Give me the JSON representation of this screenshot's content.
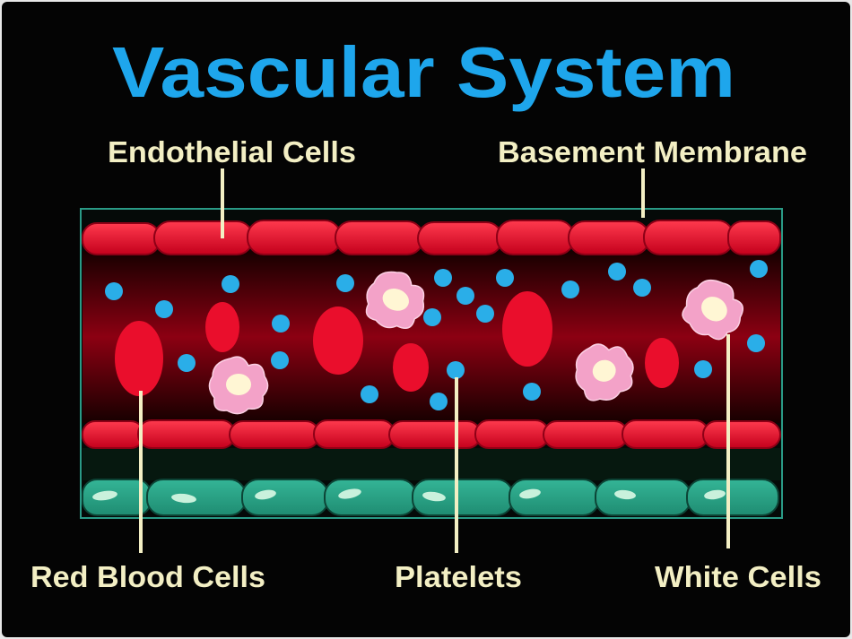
{
  "title": "Vascular System",
  "labels": {
    "endothelial_cells": "Endothelial Cells",
    "basement_membrane": "Basement Membrane",
    "red_blood_cells": "Red Blood Cells",
    "platelets": "Platelets",
    "white_cells": "White Cells"
  },
  "colors": {
    "title": "#1ea6ec",
    "label": "#f3efc4",
    "background": "#040404"
  }
}
